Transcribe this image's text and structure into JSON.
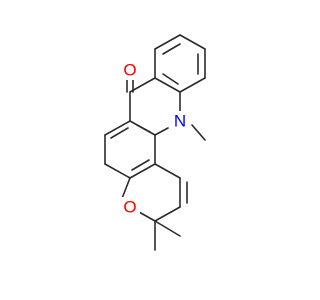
{
  "molecule": {
    "atoms": {
      "carbonyl_oxygen": {
        "symbol": "O",
        "color": "#ff0000"
      },
      "ring_oxygen": {
        "symbol": "O",
        "color": "#ff0000"
      },
      "ring_nitrogen": {
        "symbol": "N",
        "color": "#0000ff"
      }
    },
    "bond_color": "#2b2b2b"
  }
}
